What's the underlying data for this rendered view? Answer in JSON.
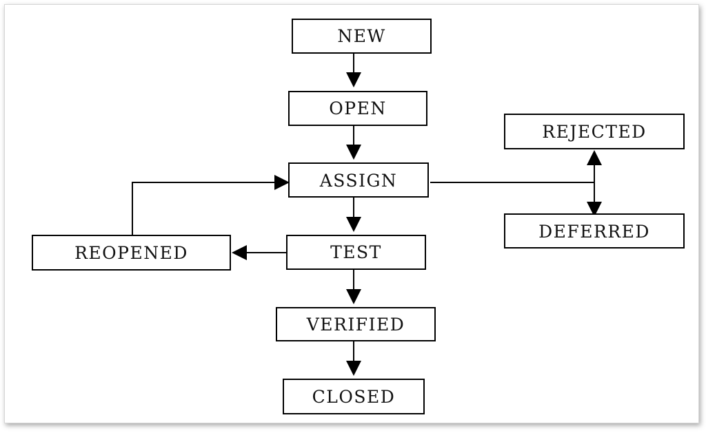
{
  "diagram": {
    "nodes": {
      "new": "NEW",
      "open": "OPEN",
      "assign": "ASSIGN",
      "test": "TEST",
      "verified": "VERIFIED",
      "closed": "CLOSED",
      "reopened": "REOPENED",
      "rejected": "REJECTED",
      "deferred": "DEFERRED"
    },
    "edges": [
      {
        "from": "NEW",
        "to": "OPEN"
      },
      {
        "from": "OPEN",
        "to": "ASSIGN"
      },
      {
        "from": "ASSIGN",
        "to": "TEST"
      },
      {
        "from": "TEST",
        "to": "VERIFIED"
      },
      {
        "from": "VERIFIED",
        "to": "CLOSED"
      },
      {
        "from": "TEST",
        "to": "REOPENED"
      },
      {
        "from": "REOPENED",
        "to": "ASSIGN"
      },
      {
        "from": "ASSIGN",
        "to": "REJECTED"
      },
      {
        "from": "ASSIGN",
        "to": "DEFERRED"
      }
    ]
  }
}
